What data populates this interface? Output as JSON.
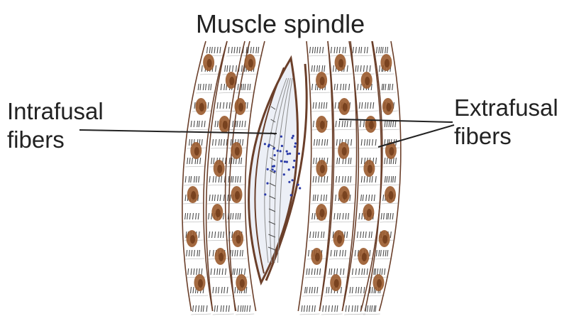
{
  "labels": {
    "title": "Muscle spindle",
    "intrafusal_line1": "Intrafusal",
    "intrafusal_line2": "fibers",
    "extrafusal_line1": "Extrafusal",
    "extrafusal_line2": "fibers"
  },
  "colors": {
    "fiber_outline": "#6b3f2a",
    "striation": "#4a4a4a",
    "nucleus": "#9a5a2c",
    "nucleus_core": "#6e3a18",
    "spindle_fill": "#eceff6",
    "spindle_dots": "#2a3aa8",
    "leader_line": "#222222"
  }
}
